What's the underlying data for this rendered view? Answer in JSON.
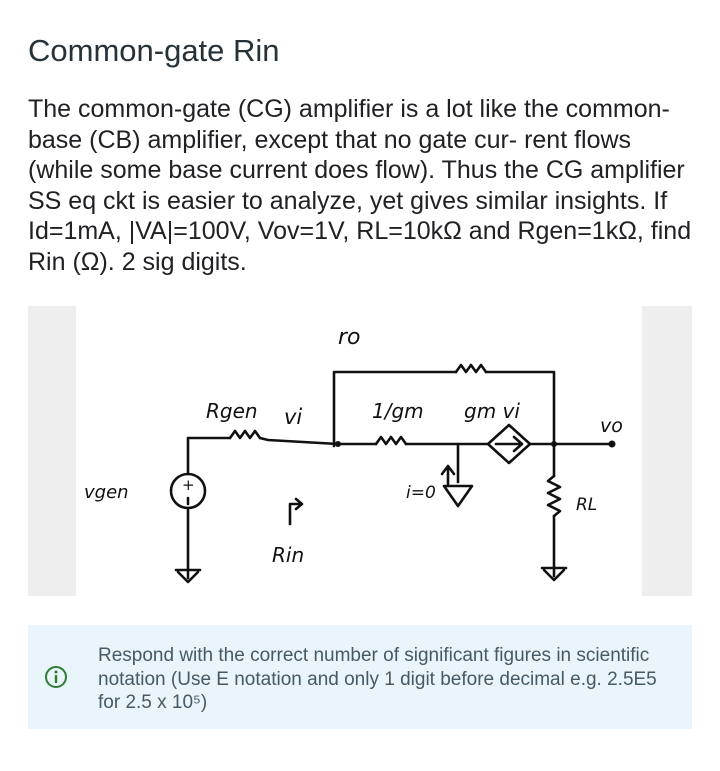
{
  "card": {
    "title": "Common-gate Rin",
    "question": "The common-gate (CG) amplifier is a lot like the common-base (CB) amplifier, except that no gate cur- rent flows (while some base current does flow). Thus the CG amplifier SS eq ckt is easier to analyze, yet gives similar insights. If Id=1mA, |VA|=100V, Vov=1V, RL=10kΩ and Rgen=1kΩ, find Rin (Ω). 2 sig digits."
  },
  "circuit": {
    "labels": {
      "ro": "ro",
      "rgen": "Rgen",
      "vi": "vi",
      "inv_gm": "1/gm",
      "gmvi": "gm vi",
      "vo": "vo",
      "vgen": "vgen",
      "plus": "+",
      "i_zero": "i=0",
      "rl": "RL",
      "rin": "Rin"
    }
  },
  "info": {
    "icon": "info-circle-icon",
    "text": "Respond with the correct number of significant figures in scientific notation (Use E notation and only 1 digit before decimal e.g. 2.5E5 for 2.5 x 10⁵)"
  },
  "colors": {
    "info_bg": "#e9f4fb",
    "info_text": "#455a64",
    "info_icon": "#2e7d32",
    "figure_margin": "#eeeeee"
  }
}
